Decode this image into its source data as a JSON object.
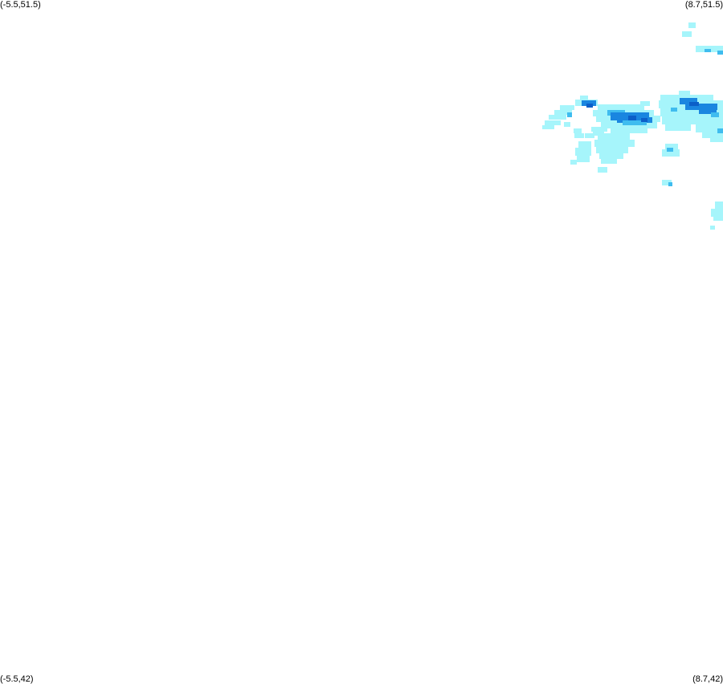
{
  "corners": {
    "top_left": "(-5.5,51.5)",
    "top_right": "(8.7,51.5)",
    "bottom_left": "(-5.5,42)",
    "bottom_right": "(8.7,42)"
  },
  "extent": {
    "lon_min": -5.5,
    "lon_max": 8.7,
    "lat_min": 42,
    "lat_max": 51.5
  },
  "palette": {
    "background": "#ffffff",
    "light": "#a6f5fb",
    "medium": "#3fbcef",
    "dark": "#1a86e0",
    "darkest": "#0b5fc8"
  }
}
